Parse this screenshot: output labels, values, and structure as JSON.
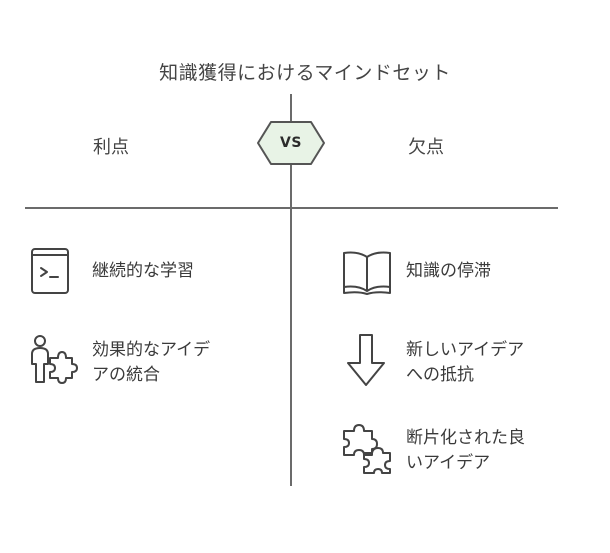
{
  "title": "知識獲得におけるマインドセット",
  "left_header": "利点",
  "right_header": "欠点",
  "vs_label": "VS",
  "advantages": [
    {
      "icon": "terminal-icon",
      "lines": [
        "継続的な学習"
      ]
    },
    {
      "icon": "person-puzzle-icon",
      "lines": [
        "効果的なアイデ",
        "アの統合"
      ]
    }
  ],
  "disadvantages": [
    {
      "icon": "open-book-icon",
      "lines": [
        "知識の停滞"
      ]
    },
    {
      "icon": "arrow-down-icon",
      "lines": [
        "新しいアイデア",
        "への抵抗"
      ]
    },
    {
      "icon": "puzzle-pieces-icon",
      "lines": [
        "断片化された良",
        "いアイデア"
      ]
    }
  ],
  "colors": {
    "line": "#6b6b6b",
    "vs_fill": "#e8f3e6",
    "vs_stroke": "#555555",
    "text": "#3a3a3a"
  }
}
